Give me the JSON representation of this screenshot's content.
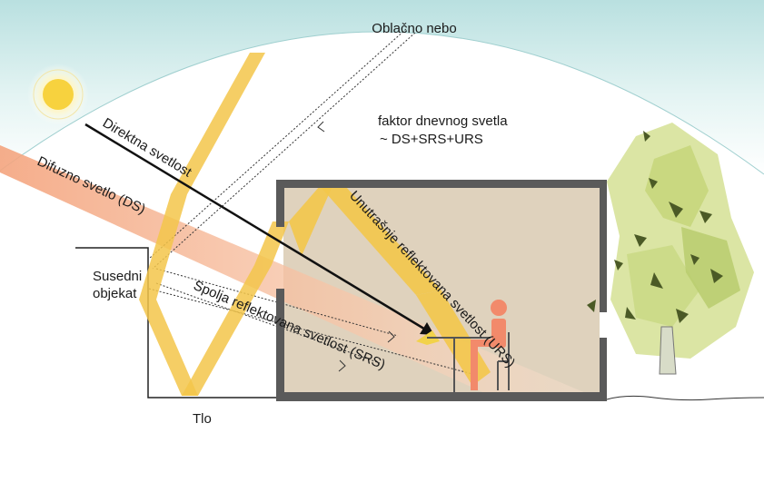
{
  "labels": {
    "sky": "Oblačno nebo",
    "daylight_factor_line1": "faktor dnevnog svetla",
    "daylight_factor_line2": "~ DS+SRS+URS",
    "direct_light": "Direktna svetlost",
    "diffuse_light": "Difuzno svetlo (DS)",
    "internal_reflected": "Unutrašnje reflektovana svetlost (URS)",
    "external_reflected": "Spolja reflektovana svetlost (SRS)",
    "neighbor_line1": "Susedni",
    "neighbor_line2": "objekat",
    "ground": "Tlo"
  },
  "icons": {
    "sun": "sun-icon",
    "tree": "tree-icon",
    "person": "person-icon",
    "arrow": "arrow-icon"
  },
  "colors": {
    "sky_top": "#bfe3e3",
    "sun": "#f7d23e",
    "beam": "#f3c64a",
    "diffuse_beam": "#f6b894",
    "room": "#dfd2bd",
    "wall": "#5a5a5a",
    "person": "#f28a6b",
    "tree_light": "#d7e29a",
    "tree_dark": "#4b5a26"
  }
}
